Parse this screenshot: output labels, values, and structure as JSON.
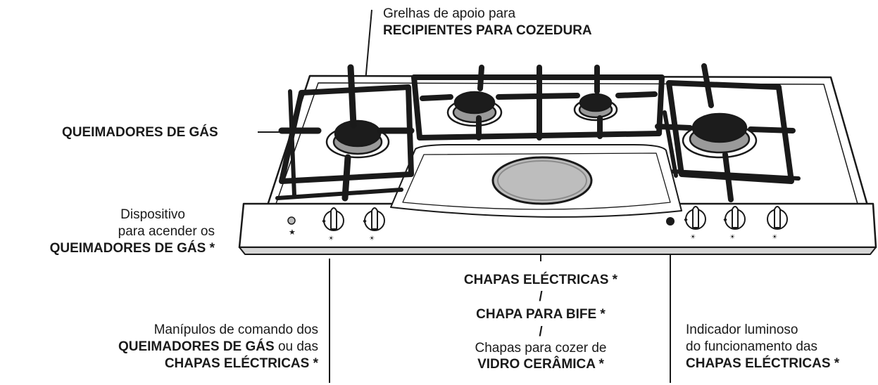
{
  "labels": {
    "grates_line1": "Grelhas de apoio para",
    "grates_line2": "RECIPIENTES PARA COZEDURA",
    "burners": "QUEIMADORES DE GÁS",
    "igniter_line1": "Dispositivo",
    "igniter_line2": "para acender os",
    "igniter_line3": "QUEIMADORES DE GÁS *",
    "hotplates_line1": "CHAPAS ELÉCTRICAS *",
    "hotplates_sep1": "/",
    "hotplates_line2": "CHAPA PARA BIFE *",
    "hotplates_sep2": "/",
    "hotplates_line3": "Chapas para cozer de",
    "hotplates_line4": "VIDRO CERÂMICA *",
    "knobs_line1": "Manípulos de comando dos",
    "knobs_line2_bold": "QUEIMADORES DE GÁS",
    "knobs_line2_rest": " ou das",
    "knobs_line3": "CHAPAS ELÉCTRICAS *",
    "indicator_line1": "Indicador luminoso",
    "indicator_line2": "do funcionamento das",
    "indicator_line3": "CHAPAS ELÉCTRICAS *"
  },
  "colors": {
    "ink": "#1a1a1a",
    "burner_cap": "#1c1c1c",
    "burner_ring": "#9a9a9a",
    "hotplate": "#bdbdbd",
    "panel": "#ffffff"
  }
}
